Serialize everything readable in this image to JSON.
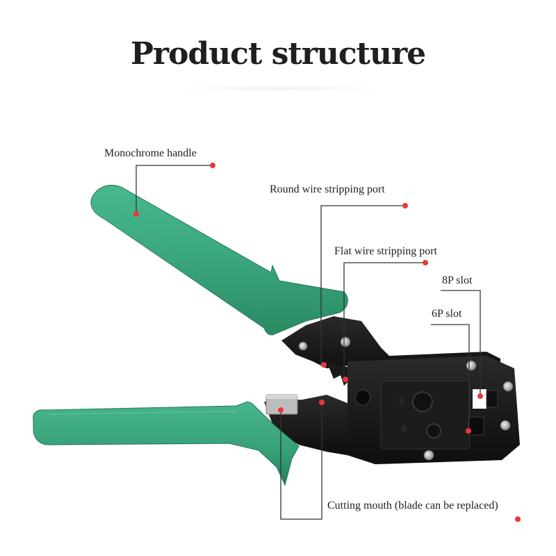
{
  "title": "Product structure",
  "colors": {
    "handle": "#3aa67d",
    "handle_dark": "#2a8a62",
    "body": "#161616",
    "marker": "#e8383d",
    "leader": "#333333"
  },
  "labels": {
    "monochrome_handle": "Monochrome handle",
    "round_port": "Round wire stripping port",
    "flat_port": "Flat wire stripping port",
    "slot_8p": "8P slot",
    "slot_6p": "6P slot",
    "cutting_mouth": "Cutting mouth (blade can be replaced)"
  },
  "tool_markings": {
    "upper_cavity": "8P",
    "lower_cavity": "6P"
  }
}
